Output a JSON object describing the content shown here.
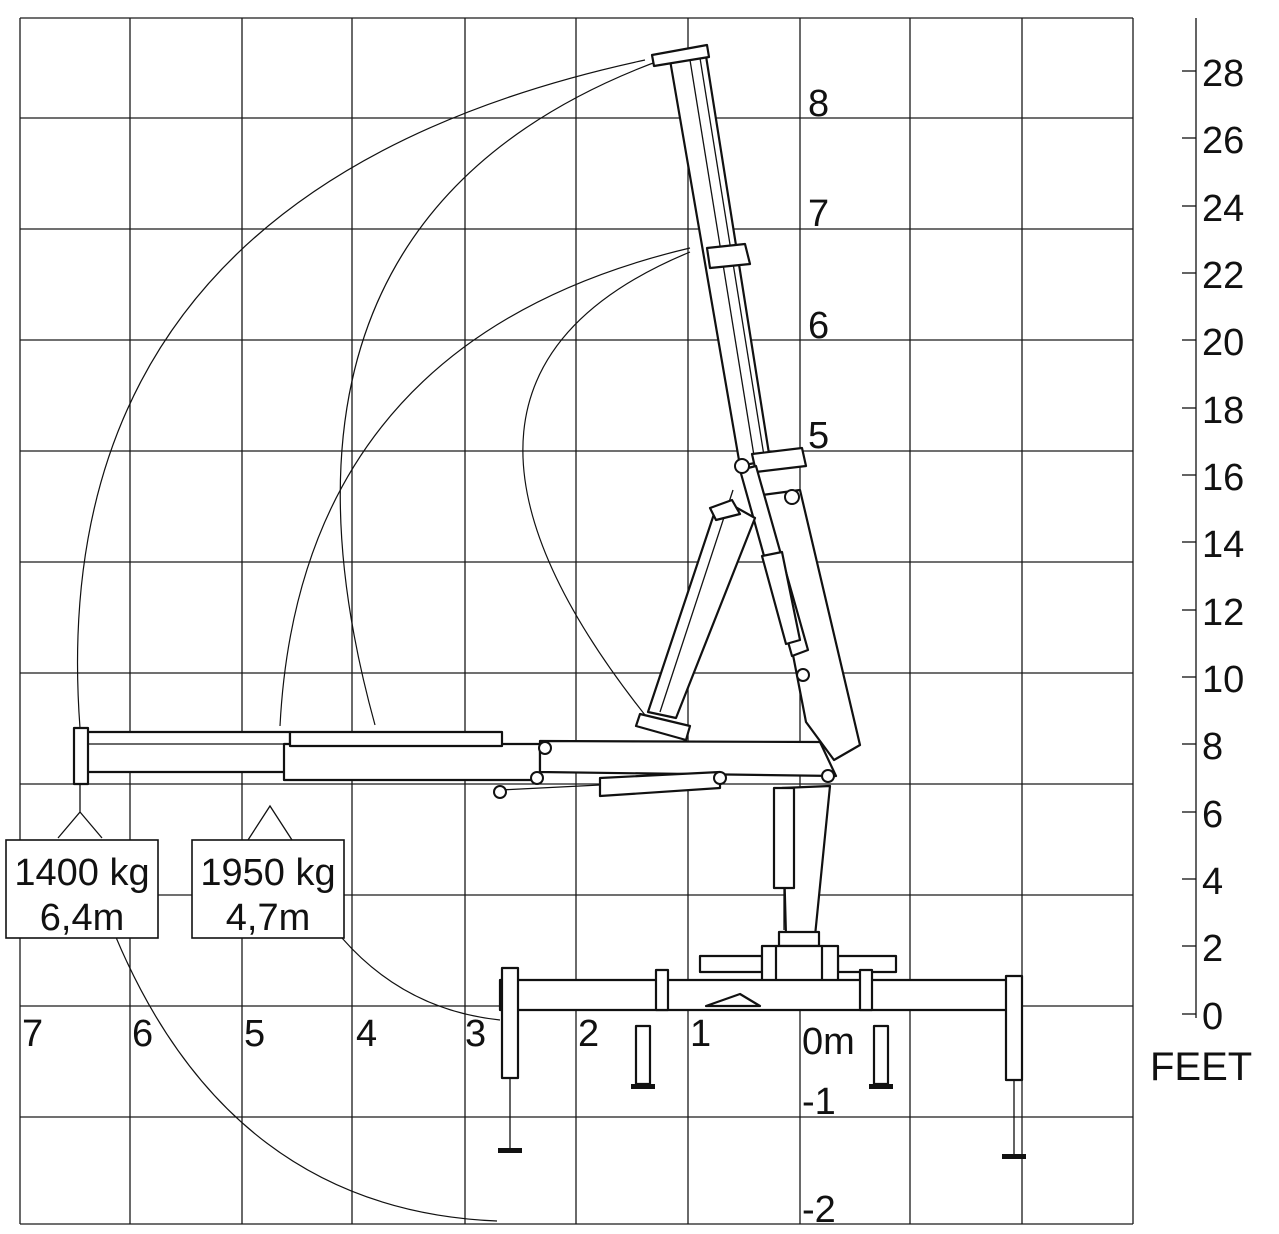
{
  "diagram": {
    "metric_labels_x": [
      "7",
      "6",
      "5",
      "4",
      "3",
      "2",
      "1",
      "0m"
    ],
    "metric_labels_y": [
      "8",
      "7",
      "6",
      "5",
      "-1",
      "-2"
    ],
    "feet_scale": {
      "values": [
        "28",
        "26",
        "24",
        "22",
        "20",
        "18",
        "16",
        "14",
        "12",
        "10",
        "8",
        "6",
        "4",
        "2",
        "0"
      ],
      "unit": "FEET"
    },
    "load_boxes": [
      {
        "load": "1400 kg",
        "reach": "6,4m"
      },
      {
        "load": "1950 kg",
        "reach": "4,7m"
      }
    ]
  }
}
